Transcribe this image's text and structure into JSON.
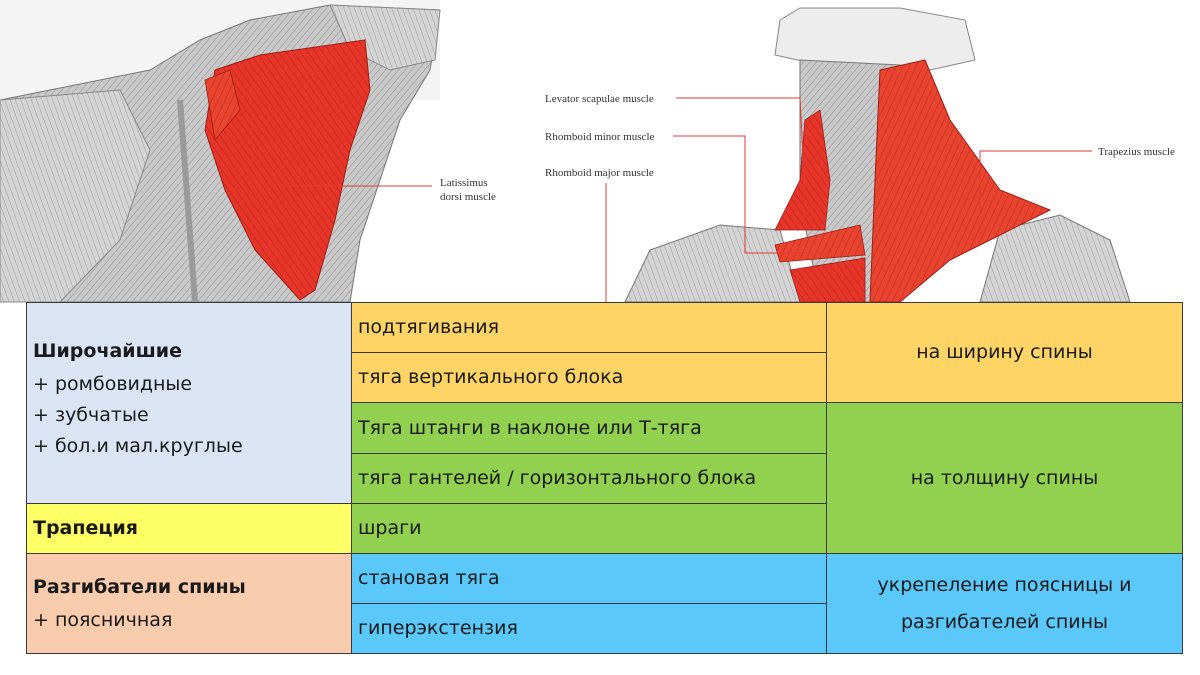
{
  "illustrations": {
    "left_label_line1": "Latissimus",
    "left_label_line2": "dorsi muscle",
    "right_labels": {
      "levator": "Levator scapulae muscle",
      "rhomboid_minor": "Rhomboid minor muscle",
      "rhomboid_major": "Rhomboid major muscle",
      "trapezius": "Trapezius muscle"
    }
  },
  "table": {
    "groups": {
      "lats": {
        "title": "Широчайшие",
        "extras": [
          "+ ромбовидные",
          "+ зубчатые",
          "+ бол.и мал.круглые"
        ]
      },
      "traps": {
        "title": "Трапеция"
      },
      "erectors": {
        "title": "Разгибатели спины",
        "extras": [
          "+ поясничная"
        ]
      }
    },
    "exercises": [
      "подтягивания",
      "тяга вертикального блока",
      "Тяга штанги в наклоне или Т-тяга",
      "тяга гантелей / горизонтального блока",
      "шраги",
      "становая тяга",
      "гиперэкстензия"
    ],
    "results": {
      "width": "на ширину спины",
      "thickness": "на толщину спины",
      "lower_line1": "укрепеление поясницы и",
      "lower_line2": "разгибателей спины"
    }
  },
  "colors": {
    "lats_bg": "#dbe4f5",
    "traps_bg": "#ffff66",
    "erectors_bg": "#f8ccac",
    "width_bg": "#fed466",
    "thickness_bg": "#92d050",
    "lower_bg": "#5ac8fa",
    "muscle_red": "#e8352a",
    "leader_red": "#e53935"
  }
}
